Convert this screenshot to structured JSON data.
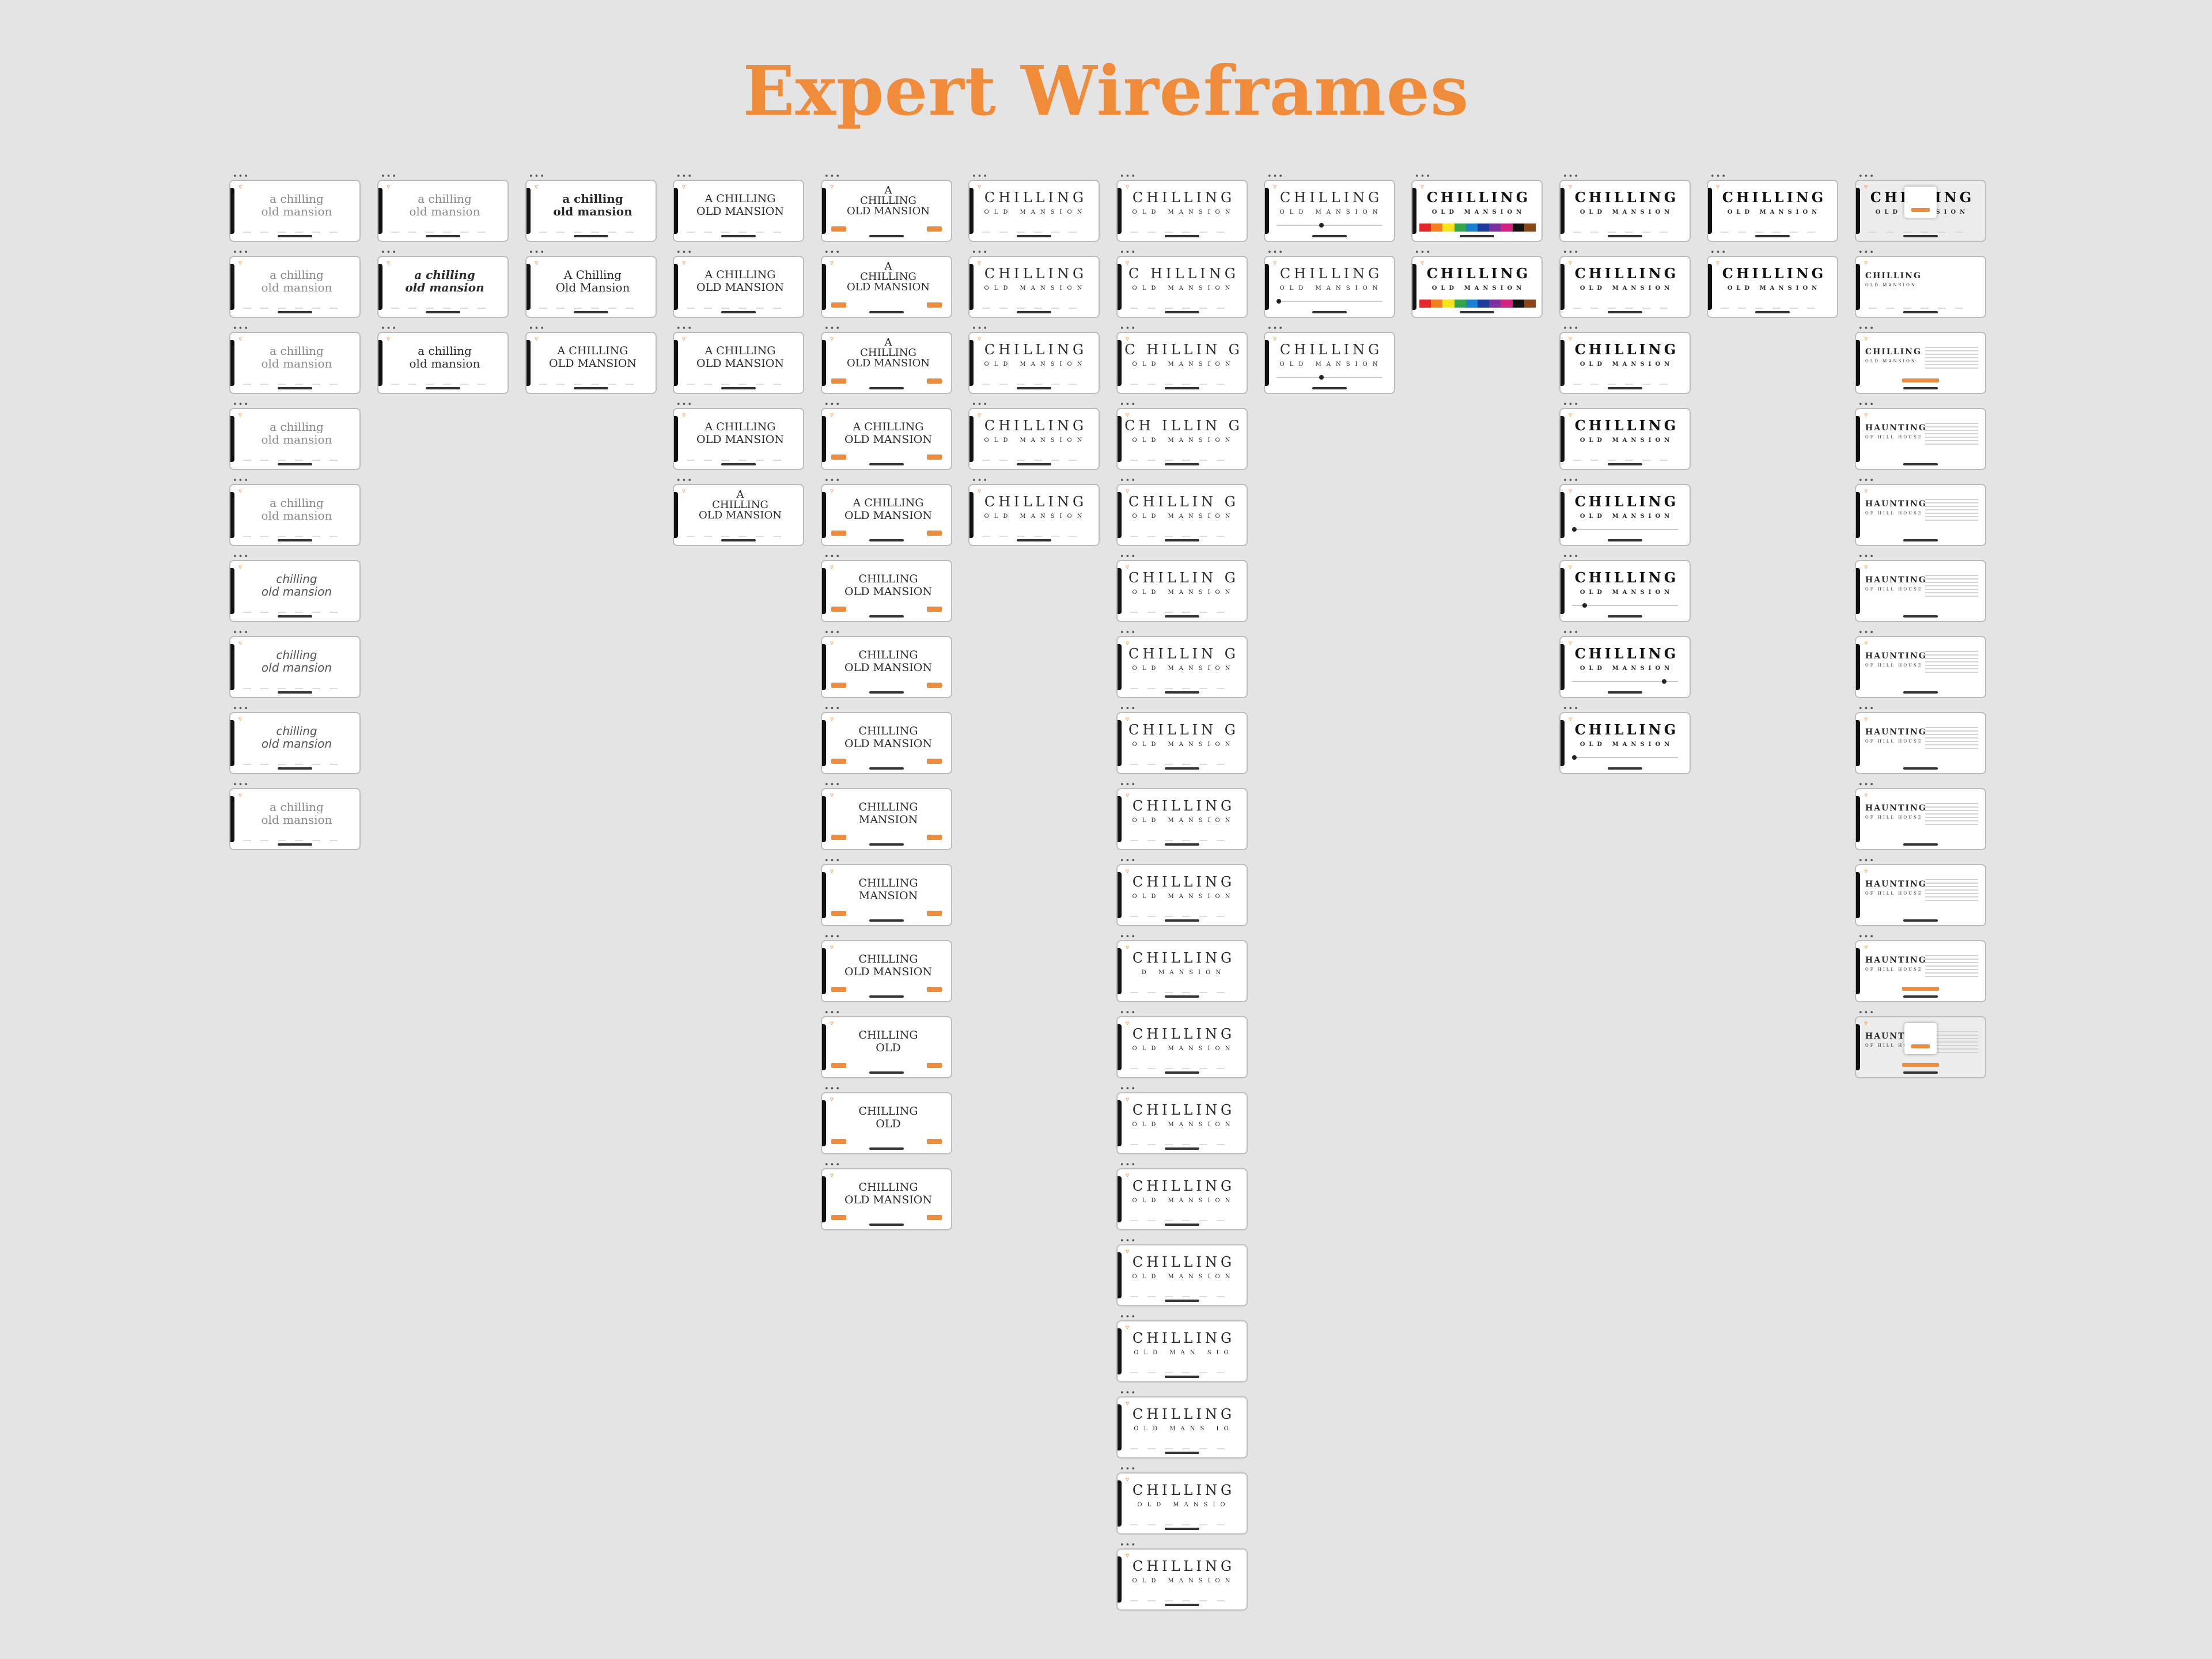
{
  "page": {
    "title": "Expert Wireframes",
    "accent_color": "#f08b3a",
    "background_color": "#e4e4e4",
    "frame_menu_glyph": "•••",
    "logo_glyph": "▿"
  },
  "swatch_colors": [
    "#e8262a",
    "#f47f21",
    "#f7e51b",
    "#33a64b",
    "#1a7fd0",
    "#1b3a9a",
    "#7b2f9e",
    "#d6207f",
    "#111111",
    "#8b4513"
  ],
  "columns": [
    {
      "frames": [
        {
          "style": "grey",
          "line1": "a chilling",
          "line2": "old mansion",
          "foot": true
        },
        {
          "style": "grey",
          "line1": "a chilling",
          "line2": "old mansion",
          "foot": true
        },
        {
          "style": "grey",
          "line1": "a chilling",
          "line2": "old mansion",
          "foot": true
        },
        {
          "style": "grey",
          "line1": "a chilling",
          "line2": "old mansion",
          "foot": true
        },
        {
          "style": "grey",
          "line1": "a chilling",
          "line2": "old mansion",
          "foot": true
        },
        {
          "style": "script",
          "line1": "chilling",
          "line2": "old mansion",
          "foot": true
        },
        {
          "style": "script",
          "line1": "chilling",
          "line2": "old mansion",
          "foot": true
        },
        {
          "style": "script",
          "line1": "chilling",
          "line2": "old mansion",
          "foot": true
        },
        {
          "style": "grey",
          "line1": "a chilling",
          "line2": "old mansion",
          "foot": true
        }
      ]
    },
    {
      "frames": [
        {
          "style": "grey",
          "line1": "a chilling",
          "line2": "old mansion",
          "foot": true
        },
        {
          "style": "italic",
          "line1": "a chilling",
          "line2": "old mansion",
          "foot": true
        },
        {
          "style": "plain",
          "line1": "a chilling",
          "line2": "old mansion",
          "foot": true
        }
      ]
    },
    {
      "frames": [
        {
          "style": "bold",
          "line1": "a chilling",
          "line2": "old mansion",
          "foot": true
        },
        {
          "style": "plain",
          "line1": "A Chilling",
          "line2": "Old Mansion",
          "foot": true
        },
        {
          "style": "caps",
          "line1": "A CHILLING",
          "line2": "OLD MANSION",
          "foot": true
        }
      ]
    },
    {
      "frames": [
        {
          "style": "caps",
          "line1": "A CHILLING",
          "line2": "OLD MANSION",
          "foot": true
        },
        {
          "style": "caps",
          "line1": "A CHILLING",
          "line2": "OLD     MANSION",
          "foot": true
        },
        {
          "style": "caps",
          "line1": "A CHILLING",
          "line2": "OLD  MANSION",
          "foot": true
        },
        {
          "style": "caps",
          "line1": "A CHILLING",
          "line2": "OLD MANSION",
          "foot": true
        },
        {
          "style": "stack3",
          "line1": "A",
          "line2": "CHILLING",
          "line3": "OLD MANSION",
          "foot": true
        }
      ]
    },
    {
      "frames": [
        {
          "style": "stack3",
          "line1": "A",
          "line2": "CHILLING",
          "line3": "OLD MANSION",
          "buttons": true
        },
        {
          "style": "stack3",
          "line1": "A",
          "line2": "CHILLING",
          "line3": "OLD MANSION",
          "buttons": true
        },
        {
          "style": "stack3",
          "line1": "A",
          "line2": "CHILLING",
          "line3": "OLD MANSION",
          "buttons": true
        },
        {
          "style": "caps",
          "line1": "A CHILLING",
          "line2": "OLD MANSION",
          "buttons": true
        },
        {
          "style": "caps",
          "line1": "A CHILLING",
          "line2": "OLD MANSION",
          "buttons": true
        },
        {
          "style": "caps",
          "line1": "CHILLING",
          "line2": "OLD MANSION",
          "buttons": true
        },
        {
          "style": "caps",
          "line1": "CHILLING",
          "line2": "OLD MANSION",
          "buttons": true
        },
        {
          "style": "caps",
          "line1": "CHILLING",
          "line2": "OLD MANSION",
          "buttons": true
        },
        {
          "style": "caps",
          "line1": "CHILLING",
          "line2": "MANSION",
          "buttons": true
        },
        {
          "style": "caps",
          "line1": "CHILLING",
          "line2": "MANSION",
          "buttons": true
        },
        {
          "style": "caps",
          "line1": "CHILLING",
          "line2": "OLD MANSION",
          "buttons": true
        },
        {
          "style": "caps",
          "line1": "CHILLING",
          "line2": "OLD",
          "buttons": true
        },
        {
          "style": "caps",
          "line1": "CHILLING",
          "line2": "OLD",
          "buttons": true
        },
        {
          "style": "caps",
          "line1": "CHILLING",
          "line2": "OLD MANSION",
          "buttons": true
        }
      ]
    },
    {
      "frames": [
        {
          "style": "wide",
          "line1": "CHILLING",
          "line2": "OLD MANSION",
          "foot": true
        },
        {
          "style": "wide",
          "line1": "CHILLING",
          "line2": "OLD MANSION",
          "foot": true
        },
        {
          "style": "wide",
          "line1": "CHILLING",
          "line2": "OLD MANSION",
          "foot": true
        },
        {
          "style": "wide",
          "line1": "CHILLING",
          "line2": "OLD MANSION",
          "foot": true
        },
        {
          "style": "wide",
          "line1": "CHILLING",
          "line2": "OLD MANSION",
          "foot": true
        }
      ]
    },
    {
      "frames": [
        {
          "style": "wide",
          "line1": "CHILLING",
          "line2": "OLD MANSION",
          "foot": true
        },
        {
          "style": "wide",
          "line1": "C  HILLING",
          "line2": "OLD MANSION",
          "foot": true
        },
        {
          "style": "wide",
          "line1": "C  HILLIN  G",
          "line2": "OLD MANSION",
          "foot": true
        },
        {
          "style": "wide",
          "line1": "CH  ILLIN  G",
          "line2": "OLD MANSION",
          "foot": true
        },
        {
          "style": "wide",
          "line1": "CHILLIN  G",
          "line2": "OLD MANSION",
          "foot": true
        },
        {
          "style": "wide",
          "line1": "CHILLIN  G",
          "line2": "OLD MANSION",
          "foot": true
        },
        {
          "style": "wide",
          "line1": "CHILLIN  G",
          "line2": "OLD MANSION",
          "foot": true
        },
        {
          "style": "wide",
          "line1": "CHILLIN  G",
          "line2": "OLD MANSION",
          "foot": true
        },
        {
          "style": "wide",
          "line1": "CHILLING",
          "line2": "OLD MANSION",
          "foot": true
        },
        {
          "style": "wide",
          "line1": "CHILLING",
          "line2": "OLD MANSION",
          "foot": true
        },
        {
          "style": "wide",
          "line1": "CHILLING",
          "line2": "D MANSION",
          "foot": true
        },
        {
          "style": "wide",
          "line1": "CHILLING",
          "line2": "OLD MANSION",
          "foot": true
        },
        {
          "style": "wide",
          "line1": "CHILLING",
          "line2": "OLD MANSION",
          "foot": true
        },
        {
          "style": "wide",
          "line1": "CHILLING",
          "line2": "OLD MANSION",
          "foot": true
        },
        {
          "style": "wide",
          "line1": "CHILLING",
          "line2": "OLD MANSION",
          "foot": true
        },
        {
          "style": "wide",
          "line1": "CHILLING",
          "line2": "OLD MAN SIO",
          "foot": true
        },
        {
          "style": "wide",
          "line1": "CHILLING",
          "line2": "OLD MANS IO",
          "foot": true
        },
        {
          "style": "wide",
          "line1": "CHILLING",
          "line2": "OLD MANSIO",
          "foot": true
        },
        {
          "style": "wide",
          "line1": "CHILLING",
          "line2": "OLD MANSION",
          "foot": true
        }
      ]
    },
    {
      "frames": [
        {
          "style": "wide",
          "line1": "CHILLING",
          "line2": "OLD MANSION",
          "slider": 0.4
        },
        {
          "style": "wide",
          "line1": "CHILLING",
          "line2": "OLD MANSION",
          "slider": 0.0
        },
        {
          "style": "wide",
          "line1": "CHILLING",
          "line2": "OLD MANSION",
          "slider": 0.4
        }
      ]
    },
    {
      "frames": [
        {
          "style": "widebold",
          "line1": "CHILLING",
          "line2": "OLD MANSION",
          "swatches": true
        },
        {
          "style": "widebold",
          "line1": "CHILLING",
          "line2": "OLD MANSION",
          "swatches": true
        }
      ]
    },
    {
      "frames": [
        {
          "style": "widebold",
          "line1": "CHILLING",
          "line2": "OLD MANSION",
          "foot": true
        },
        {
          "style": "widebold",
          "line1": "CHILLING",
          "line2": "OLD MANSION",
          "foot": true
        },
        {
          "style": "widebold",
          "line1": "CHILLING",
          "line2": "OLD MANSION",
          "foot": true
        },
        {
          "style": "widebold",
          "line1": "CHILLING",
          "line2": "OLD MANSION",
          "foot": true
        },
        {
          "style": "widebold",
          "line1": "CHILLING",
          "line2": "OLD MANSION",
          "slider": 0.0
        },
        {
          "style": "widebold",
          "line1": "CHILLING",
          "line2": "OLD MANSION",
          "slider": 0.1
        },
        {
          "style": "widebold",
          "line1": "CHILLING",
          "line2": "OLD MANSION",
          "slider": 0.85
        },
        {
          "style": "widebold",
          "line1": "CHILLING",
          "line2": "OLD MANSION",
          "slider": 0.0
        }
      ]
    },
    {
      "frames": [
        {
          "style": "widebold",
          "line1": "CHILLING",
          "line2": "OLD MANSION",
          "foot": true
        },
        {
          "style": "widebold",
          "line1": "CHILLING",
          "line2": "OLD MANSION",
          "foot": true
        }
      ]
    },
    {
      "frames": [
        {
          "style": "widebold",
          "line1": "CHILLING",
          "line2": "OLD MANSION",
          "modal": true,
          "dim": true,
          "foot": true
        },
        {
          "style": "haunt",
          "line1": "CHILLING",
          "line2": "OLD MANSION",
          "foot": true
        },
        {
          "style": "haunt",
          "line1": "CHILLING",
          "line2": "OLD MANSION",
          "para": true,
          "cta": true
        },
        {
          "style": "haunt",
          "line1": "HAUNTING",
          "line2": "OF HILL HOUSE",
          "para": true
        },
        {
          "style": "haunt",
          "line1": "HAUNTING",
          "line2": "OF HILL HOUSE",
          "para": true
        },
        {
          "style": "haunt",
          "line1": "HAUNTING",
          "line2": "OF HILL HOUSE",
          "para": true
        },
        {
          "style": "haunt",
          "line1": "HAUNTING",
          "line2": "OF HILL HOUSE",
          "para": true
        },
        {
          "style": "haunt",
          "line1": "HAUNTING",
          "line2": "OF HILL HOUSE",
          "para": true
        },
        {
          "style": "haunt",
          "line1": "HAUNTING",
          "line2": "OF HILL HOUSE",
          "para": true
        },
        {
          "style": "haunt",
          "line1": "HAUNTING",
          "line2": "OF HILL HOUSE",
          "para": true
        },
        {
          "style": "haunt",
          "line1": "HAUNTING",
          "line2": "OF HILL HOUSE",
          "para": true,
          "cta": true
        },
        {
          "style": "haunt",
          "line1": "HAUNTING",
          "line2": "OF HILL HOUSE",
          "para": true,
          "modal": true,
          "dim": true,
          "cta": true
        }
      ]
    }
  ]
}
